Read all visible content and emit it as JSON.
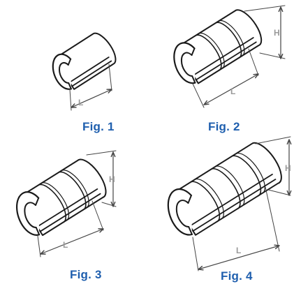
{
  "figures": [
    {
      "id": "fig1",
      "caption": "Fig. 1",
      "dims": [
        "L"
      ]
    },
    {
      "id": "fig2",
      "caption": "Fig. 2",
      "dims": [
        "L",
        "H"
      ]
    },
    {
      "id": "fig3",
      "caption": "Fig. 3",
      "dims": [
        "L",
        "H"
      ]
    },
    {
      "id": "fig4",
      "caption": "Fig. 4",
      "dims": [
        "L",
        "H"
      ]
    }
  ],
  "colors": {
    "caption": "#1f5fae",
    "dimension_label": "#9a9a9a",
    "line": "#1a1a1a",
    "dim_line": "#444444",
    "fill": "#ffffff"
  }
}
